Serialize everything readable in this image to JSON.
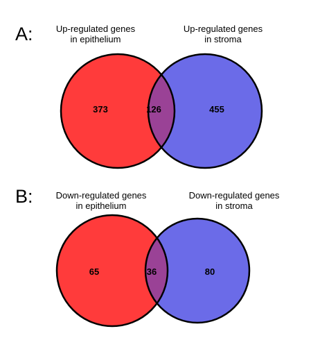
{
  "colors": {
    "left_set": "#ff3b3b",
    "right_set": "#6b6be8",
    "overlap": "#9a4296",
    "outline": "#000000"
  },
  "panels": [
    {
      "letter": "A:",
      "left_label_line1": "Up-regulated genes",
      "left_label_line2": "in epithelium",
      "right_label_line1": "Up-regulated genes",
      "right_label_line2": "in stroma",
      "left_only": "373",
      "overlap": "126",
      "right_only": "455"
    },
    {
      "letter": "B:",
      "left_label_line1": "Down-regulated genes",
      "left_label_line2": "in epithelium",
      "right_label_line1": "Down-regulated genes",
      "right_label_line2": "in stroma",
      "left_only": "65",
      "overlap": "36",
      "right_only": "80"
    }
  ]
}
